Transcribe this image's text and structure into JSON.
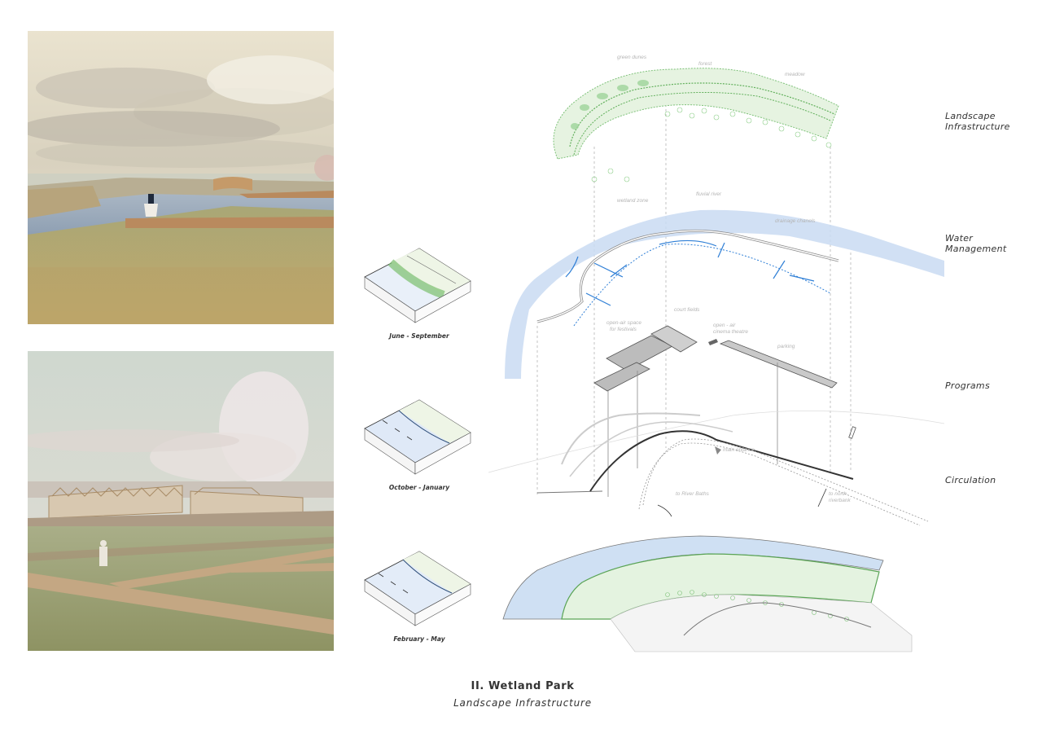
{
  "board": {
    "title": "II. Wetland Park",
    "subtitle": "Landscape Infrastructure"
  },
  "renders": [
    {
      "name": "boardwalk-river-render",
      "description": "watercolor perspective of river with timber boardwalk, bridge and figure"
    },
    {
      "name": "greenhouse-field-render",
      "description": "watercolor perspective of wetland fields with boardwalks and greenhouse buildings"
    }
  ],
  "seasons": [
    {
      "label": "June - September"
    },
    {
      "label": "October - January"
    },
    {
      "label": "February - May"
    }
  ],
  "layers": [
    {
      "label_line1": "Landscape",
      "label_line2": "Infrastructure"
    },
    {
      "label_line1": "Water",
      "label_line2": "Management"
    },
    {
      "label_line1": "Programs",
      "label_line2": ""
    },
    {
      "label_line1": "Circulation",
      "label_line2": ""
    }
  ],
  "annotations": {
    "landscape": [
      "green dunes",
      "forest",
      "meadow"
    ],
    "water": [
      "wetland zone",
      "fluvial river",
      "drainage chanels"
    ],
    "programs": [
      "open-air space",
      "for festivals",
      "court fields",
      "open - air",
      "cinema theatre",
      "parking"
    ],
    "circulation": [
      "main entance",
      "to River Baths",
      "to north",
      "riverbank"
    ]
  },
  "colors": {
    "green": "#6fbf6a",
    "green_light": "#dcefd6",
    "water_blue": "#b7cfee",
    "water_line": "#2f7fd6",
    "grey_line": "#9a9a9a",
    "dark_line": "#333333"
  }
}
